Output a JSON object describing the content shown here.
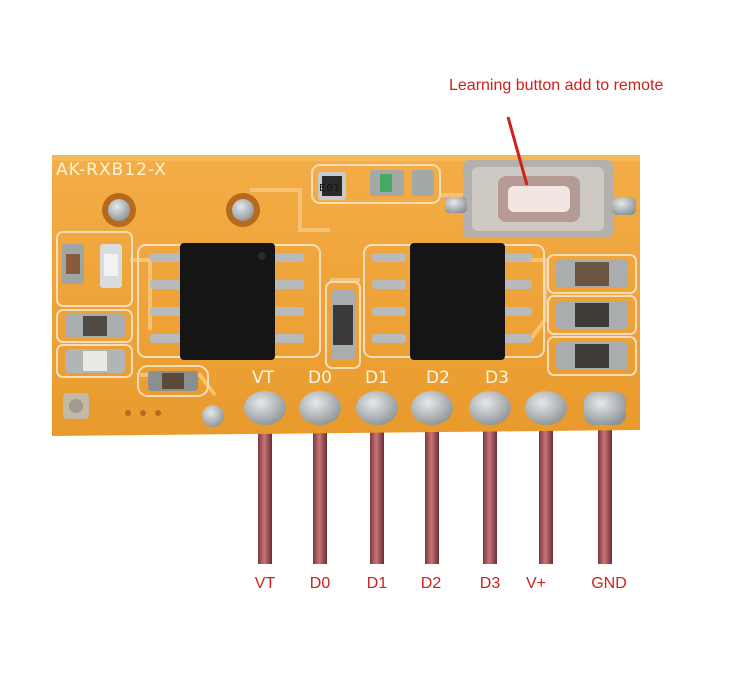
{
  "board": {
    "model_label": "AK-RXB12-X",
    "led_label": "E01",
    "silkscreen_pins": [
      "VT",
      "D0",
      "D1",
      "D2",
      "D3"
    ]
  },
  "annotation": {
    "text": "Learning button add to remote"
  },
  "pins": [
    "VT",
    "D0",
    "D1",
    "D2",
    "D3",
    "V+",
    "GND"
  ],
  "colors": {
    "board": "#f0a43a",
    "annotation": "#d0201a",
    "chip": "#151515",
    "pin": "#a8555a"
  }
}
